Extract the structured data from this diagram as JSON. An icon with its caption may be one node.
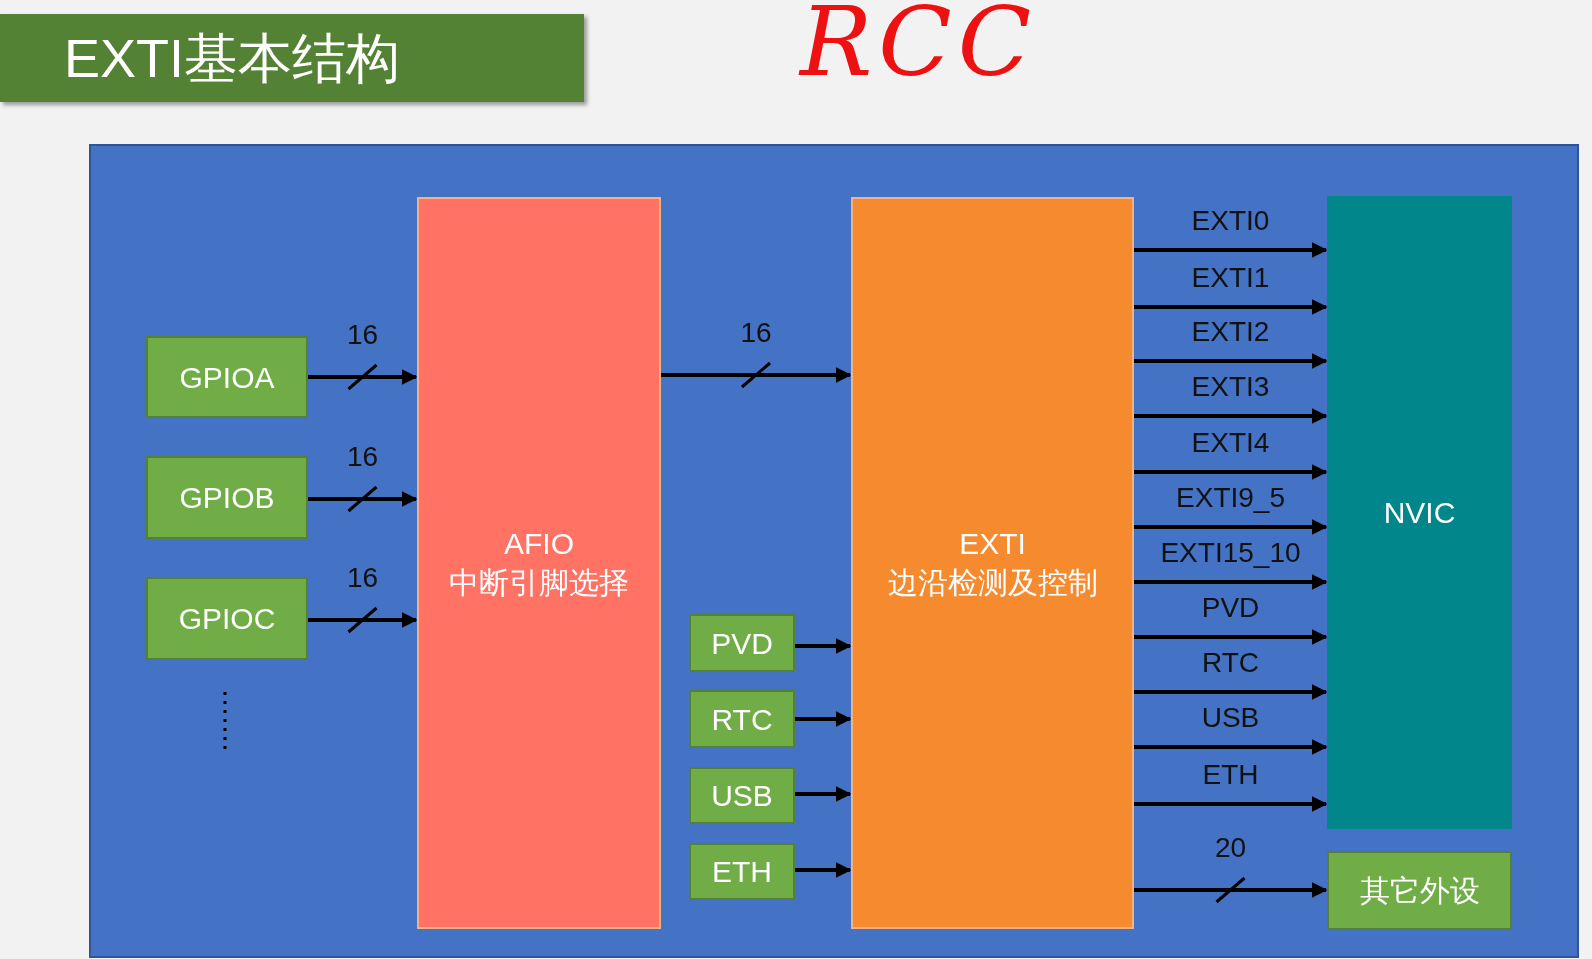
{
  "diagram": {
    "title": "EXTI基本结构",
    "nodes": [
      {
        "text": [
          "GPIOA"
        ]
      },
      {
        "text": [
          "GPIOB"
        ]
      },
      {
        "text": [
          "GPIOC"
        ]
      },
      {
        "text": [
          "AFIO",
          "中断引脚选择"
        ]
      },
      {
        "text": [
          "PVD"
        ]
      },
      {
        "text": [
          "RTC"
        ]
      },
      {
        "text": [
          "USB"
        ]
      },
      {
        "text": [
          "ETH"
        ]
      },
      {
        "text": [
          "EXTI",
          "边沿检测及控制"
        ]
      },
      {
        "text": [
          "NVIC"
        ]
      },
      {
        "text": [
          "其它外设"
        ]
      }
    ],
    "edges": [
      {
        "from": 0,
        "to": 3,
        "arrow": "to",
        "label": "16"
      },
      {
        "from": 1,
        "to": 3,
        "arrow": "to",
        "label": "16"
      },
      {
        "from": 2,
        "to": 3,
        "arrow": "to",
        "label": "16"
      },
      {
        "from": 3,
        "to": 8,
        "arrow": "to",
        "label": "16"
      },
      {
        "from": 4,
        "to": 8,
        "arrow": "to"
      },
      {
        "from": 5,
        "to": 8,
        "arrow": "to"
      },
      {
        "from": 6,
        "to": 8,
        "arrow": "to"
      },
      {
        "from": 7,
        "to": 8,
        "arrow": "to"
      },
      {
        "from": 8,
        "to": 9,
        "arrow": "to",
        "label": "EXTI0"
      },
      {
        "from": 8,
        "to": 9,
        "arrow": "to",
        "label": "EXTI1"
      },
      {
        "from": 8,
        "to": 9,
        "arrow": "to",
        "label": "EXTI2"
      },
      {
        "from": 8,
        "to": 9,
        "arrow": "to",
        "label": "EXTI3"
      },
      {
        "from": 8,
        "to": 9,
        "arrow": "to",
        "label": "EXTI4"
      },
      {
        "from": 8,
        "to": 9,
        "arrow": "to",
        "label": "EXTI9_5"
      },
      {
        "from": 8,
        "to": 9,
        "arrow": "to",
        "label": "EXTI15_10"
      },
      {
        "from": 8,
        "to": 9,
        "arrow": "to",
        "label": "PVD"
      },
      {
        "from": 8,
        "to": 9,
        "arrow": "to",
        "label": "RTC"
      },
      {
        "from": 8,
        "to": 9,
        "arrow": "to",
        "label": "USB"
      },
      {
        "from": 8,
        "to": 9,
        "arrow": "to",
        "label": "ETH"
      },
      {
        "from": 8,
        "to": 10,
        "arrow": "to",
        "label": "20"
      }
    ],
    "labels": [
      "RCC"
    ]
  }
}
